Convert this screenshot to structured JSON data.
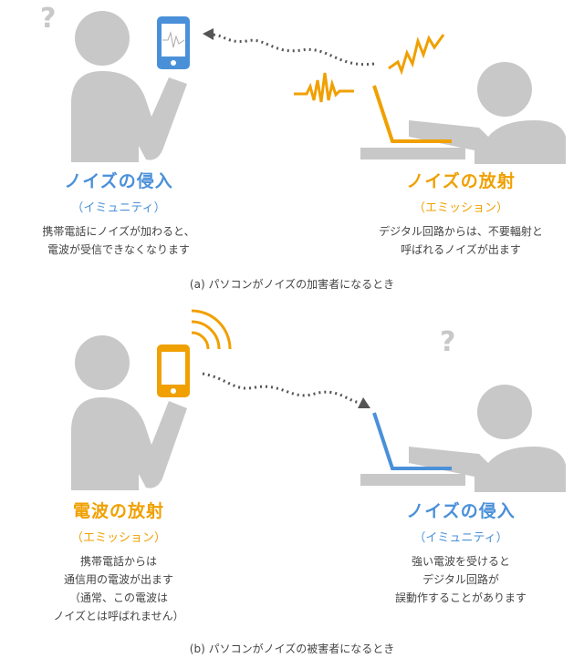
{
  "colors": {
    "blue": "#4a90d9",
    "orange": "#f0a000",
    "gray": "#c8c8c8"
  },
  "panel_a": {
    "left": {
      "title": "ノイズの侵入",
      "subtitle": "（イミュニティ）",
      "desc": [
        "携帯電話にノイズが加わると、",
        "電波が受信できなくなります"
      ]
    },
    "right": {
      "title": "ノイズの放射",
      "subtitle": "（エミッション）",
      "desc": [
        "デジタル回路からは、不要輻射と",
        "呼ばれるノイズが出ます"
      ]
    },
    "caption": "(a) パソコンがノイズの加害者になるとき",
    "question_mark": "?"
  },
  "panel_b": {
    "left": {
      "title": "電波の放射",
      "subtitle": "（エミッション）",
      "desc": [
        "携帯電話からは",
        "通信用の電波が出ます",
        "（通常、この電波は",
        "ノイズとは呼ばれません）"
      ]
    },
    "right": {
      "title": "ノイズの侵入",
      "subtitle": "（イミュニティ）",
      "desc": [
        "強い電波を受けると",
        "デジタル回路が",
        "誤動作することがあります"
      ]
    },
    "caption": "(b) パソコンがノイズの被害者になるとき",
    "question_mark": "?"
  }
}
